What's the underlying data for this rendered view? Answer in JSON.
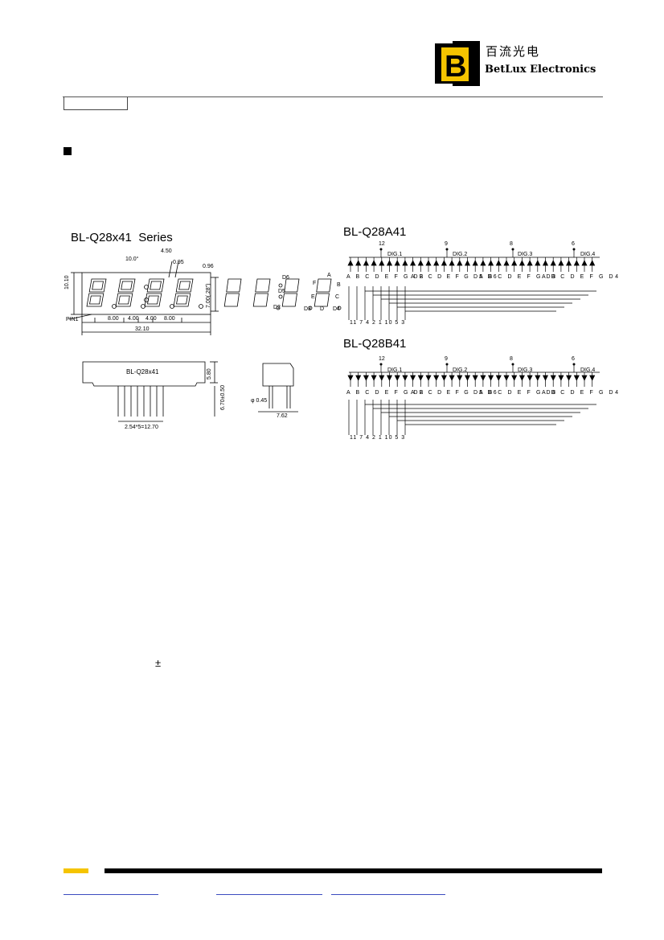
{
  "header": {
    "company_cn": "百流光电",
    "company_en": "BetLux Electronics",
    "brand_colors": {
      "accent": "#f5c400",
      "dark": "#000000"
    }
  },
  "drawing": {
    "series_title": "BL-Q28x41  Series",
    "front": {
      "angle": "10.0°",
      "dim_450": "4.50",
      "dim_095": "0.95",
      "dim_096": "0.96",
      "height": "10.10",
      "seg_height": "7.00(.28\")",
      "pin1": "PIN1",
      "pitch_800a": "8.00",
      "pitch_400a": "4.00",
      "pitch_400b": "4.00",
      "pitch_800b": "8.00",
      "width": "32.10",
      "segments": [
        "D6",
        "D5",
        "D2",
        "D3",
        "D",
        "D4"
      ],
      "segment_letters": [
        "A",
        "F",
        "B",
        "C",
        "E"
      ]
    },
    "side": {
      "label": "BL-Q28x41",
      "height": "5.80",
      "pin_pitch": "2.54*5=12.70",
      "lead": "6.70±0.50",
      "pin_dia": "φ 0.45",
      "depth": "7.62"
    }
  },
  "circuits": [
    {
      "title": "BL-Q28A41",
      "digits": [
        "DIG.1",
        "DIG.2",
        "DIG.3",
        "DIG.4"
      ],
      "common_pins": [
        "12",
        "9",
        "8",
        "6"
      ],
      "groups": [
        [
          "A",
          "B",
          "C",
          "D",
          "E",
          "F",
          "G",
          "D2"
        ],
        [
          "A",
          "B",
          "C",
          "D",
          "E",
          "F",
          "G",
          "D5",
          "D6"
        ],
        [
          "A",
          "B",
          "C",
          "D",
          "E",
          "F",
          "G",
          "D3"
        ],
        [
          "A",
          "B",
          "C",
          "D",
          "E",
          "F",
          "G",
          "D4"
        ]
      ],
      "bottom_pins": [
        "11",
        "7",
        "4",
        "2",
        "1",
        "10",
        "5",
        "3"
      ]
    },
    {
      "title": "BL-Q28B41",
      "digits": [
        "DIG.1",
        "DIG.2",
        "DIG.3",
        "DIG.4"
      ],
      "common_pins": [
        "12",
        "9",
        "8",
        "6"
      ],
      "groups": [
        [
          "A",
          "B",
          "C",
          "D",
          "E",
          "F",
          "G",
          "D2"
        ],
        [
          "A",
          "B",
          "C",
          "D",
          "E",
          "F",
          "G",
          "D5",
          "D6"
        ],
        [
          "A",
          "B",
          "C",
          "D",
          "E",
          "F",
          "G",
          "D3"
        ],
        [
          "A",
          "B",
          "C",
          "D",
          "E",
          "F",
          "G",
          "D4"
        ]
      ],
      "bottom_pins": [
        "11",
        "7",
        "4",
        "2",
        "1",
        "10",
        "5",
        "3"
      ]
    }
  ],
  "notes": {
    "plus_minus": "±"
  }
}
